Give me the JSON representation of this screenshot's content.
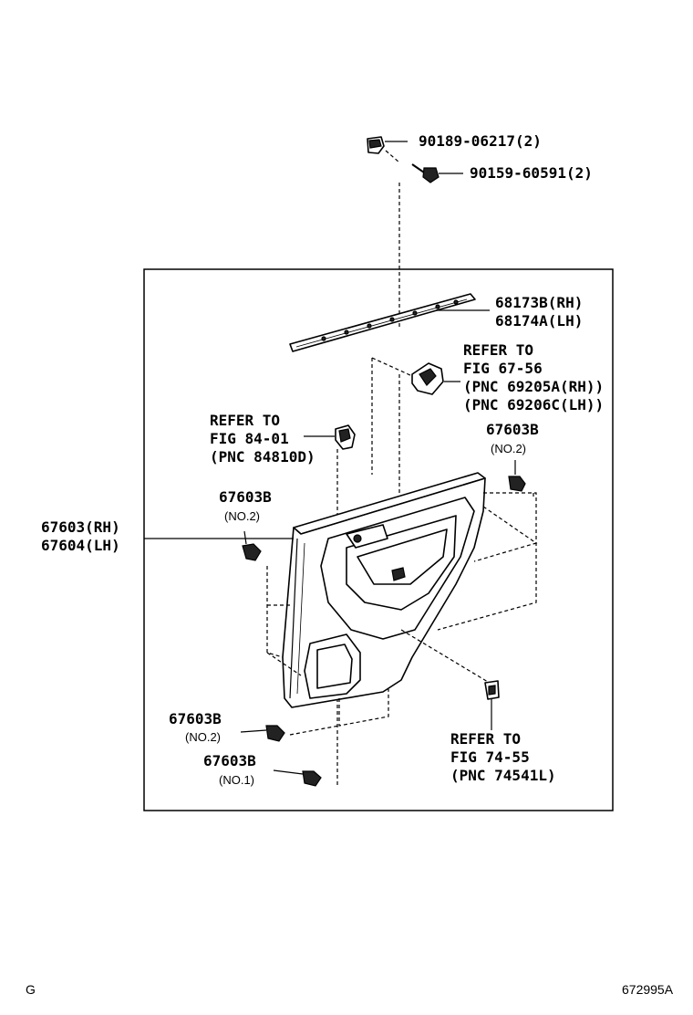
{
  "callouts": {
    "bolt_top": "90189-06217(2)",
    "screw_top": "90159-60591(2)",
    "weatherstrip_rh": "68173B(RH)",
    "weatherstrip_lh": "68174A(LH)",
    "ref_67_line1": "REFER TO",
    "ref_67_line2": "FIG 67-56",
    "ref_67_line3": "(PNC 69205A(RH))",
    "ref_67_line4": "(PNC 69206C(LH))",
    "ref_84_line1": "REFER TO",
    "ref_84_line2": "FIG 84-01",
    "ref_84_line3": "(PNC 84810D)",
    "clip_right_pn": "67603B",
    "clip_right_no": "(NO.2)",
    "clip_left_pn": "67603B",
    "clip_left_no": "(NO.2)",
    "panel_rh": "67603(RH)",
    "panel_lh": "67604(LH)",
    "clip_bottom1_pn": "67603B",
    "clip_bottom1_no": "(NO.2)",
    "clip_bottom2_pn": "67603B",
    "clip_bottom2_no": "(NO.1)",
    "ref_74_line1": "REFER TO",
    "ref_74_line2": "FIG 74-55",
    "ref_74_line3": "(PNC 74541L)"
  },
  "footer": {
    "left_code": "G",
    "right_code": "672995A"
  }
}
